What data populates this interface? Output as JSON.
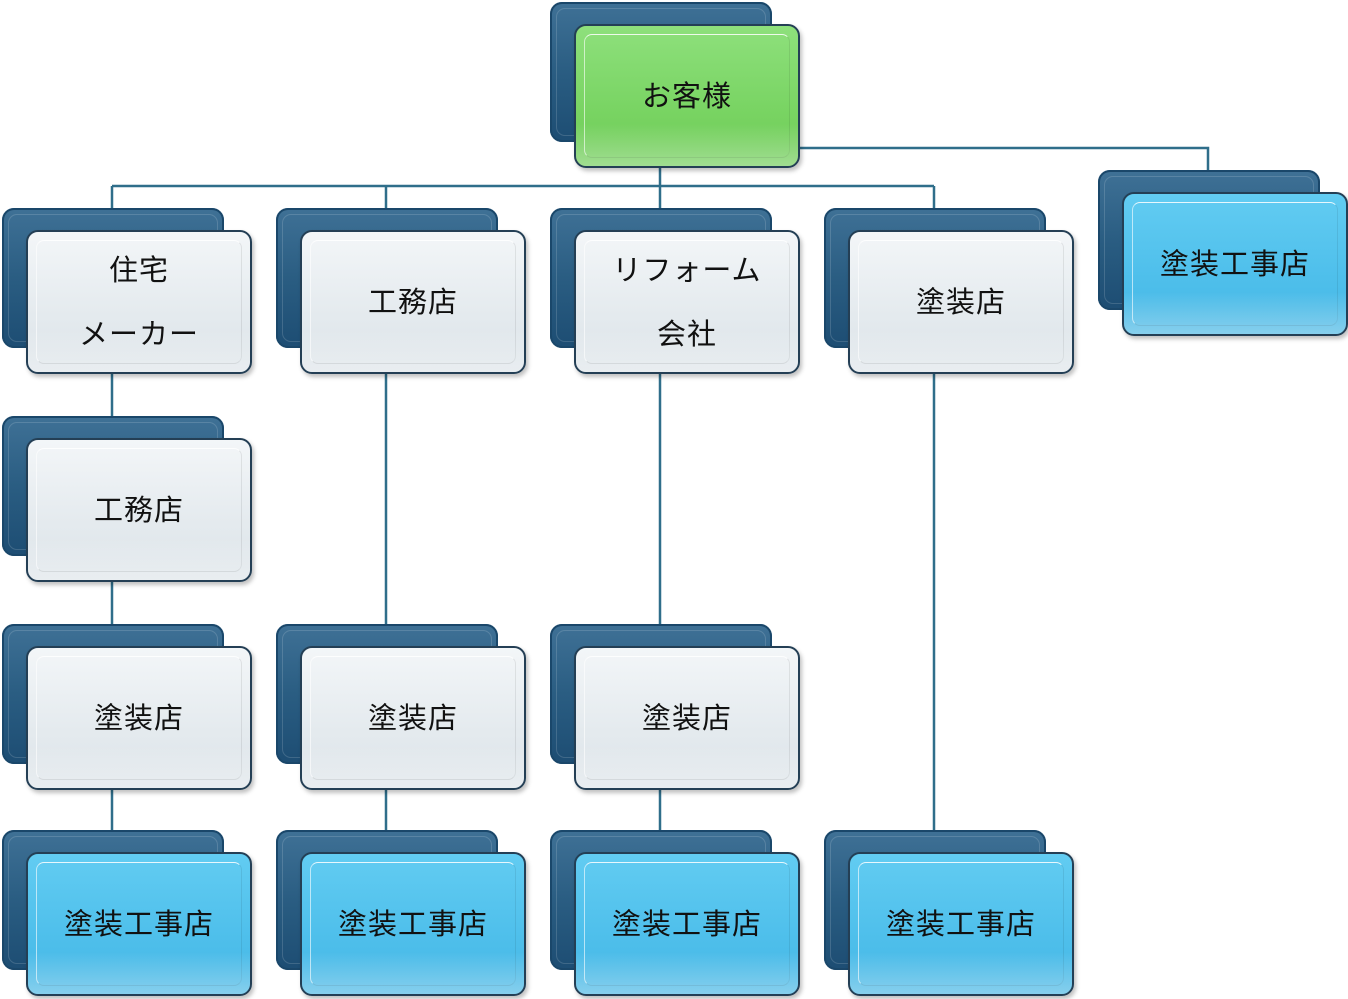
{
  "diagram": {
    "root": {
      "label": "お客様",
      "color": "#79d463"
    },
    "side_node": {
      "label": "塗装工事店",
      "color": "#4ebfeb"
    },
    "columns": [
      {
        "level1": {
          "label": "住宅\nメーカー"
        },
        "level2": {
          "label": "工務店"
        },
        "level3": {
          "label": "塗装店"
        },
        "level4": {
          "label": "塗装工事店"
        }
      },
      {
        "level1": {
          "label": "工務店"
        },
        "level3": {
          "label": "塗装店"
        },
        "level4": {
          "label": "塗装工事店"
        }
      },
      {
        "level1": {
          "label": "リフォーム\n会社"
        },
        "level3": {
          "label": "塗装店"
        },
        "level4": {
          "label": "塗装工事店"
        }
      },
      {
        "level1": {
          "label": "塗装店"
        },
        "level4": {
          "label": "塗装工事店"
        }
      }
    ],
    "colors": {
      "connector": "#2f6e8a",
      "back_card": "#2a5d82",
      "gray_card": "#e4eaee",
      "blue_card": "#4ebfeb",
      "green_card": "#79d463"
    }
  }
}
